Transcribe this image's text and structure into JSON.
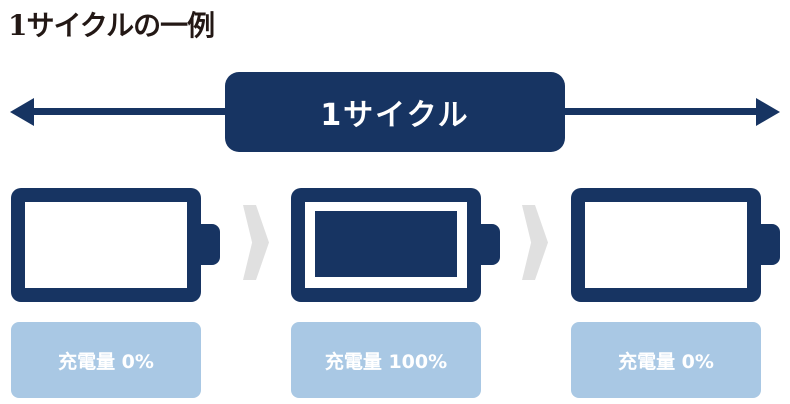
{
  "title": "1サイクルの一例",
  "banner": "1サイクル",
  "batteries": [
    {
      "label": "充電量 0%",
      "charge_percent": 0
    },
    {
      "label": "充電量 100%",
      "charge_percent": 100
    },
    {
      "label": "充電量 0%",
      "charge_percent": 0
    }
  ],
  "colors": {
    "navy": "#173462",
    "label_bg": "#a9c8e4",
    "arrow_grey": "#e0e0e0"
  }
}
